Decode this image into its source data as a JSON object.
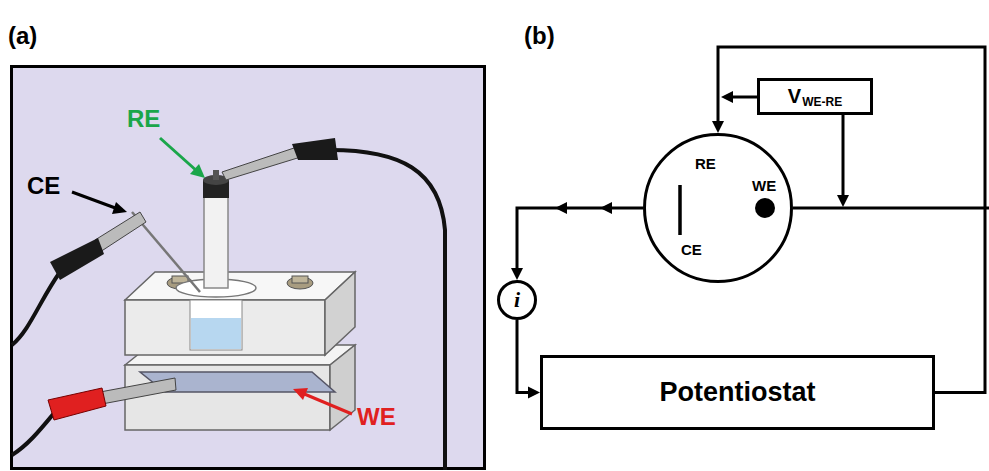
{
  "diagram": {
    "nodes": [
      {
        "text": [
          "V",
          "WE-RE"
        ]
      },
      {
        "text": [
          "RE",
          "WE",
          "CE"
        ]
      },
      {
        "text": [
          "i"
        ]
      },
      {
        "text": [
          "Potentiostat"
        ]
      }
    ],
    "edges": [
      {
        "from": 3,
        "to": 1,
        "arrow": "to"
      },
      {
        "from": 1,
        "to": 2,
        "arrow": "to"
      },
      {
        "from": 2,
        "to": 3,
        "arrow": "to"
      }
    ],
    "labels": [
      "(a)",
      "RE",
      "CE",
      "WE",
      "(b)"
    ]
  }
}
